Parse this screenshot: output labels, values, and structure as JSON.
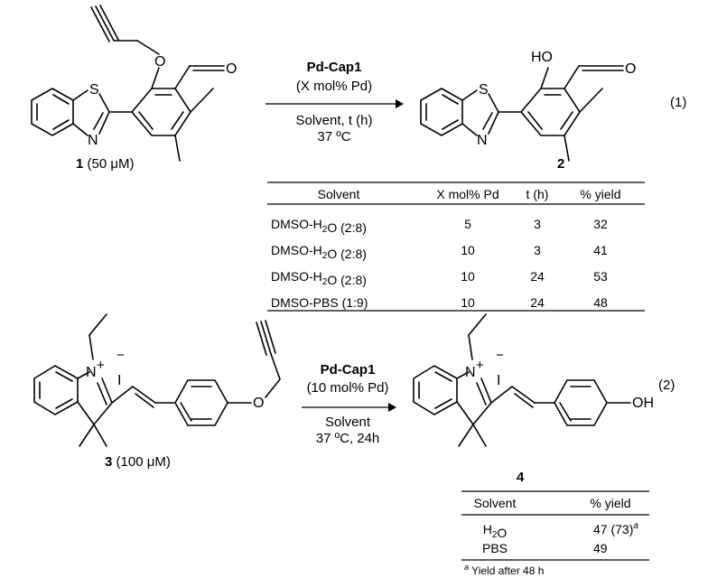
{
  "scheme1": {
    "number": "(1)",
    "reagent": "Pd-Cap1",
    "loading": "(X mol% Pd)",
    "conditions1": "Solvent, t (h)",
    "conditions2": "37 ºC",
    "sm_number": "1",
    "sm_conc": " (50 μM)",
    "product_number": "2",
    "table": {
      "headers": [
        "Solvent",
        "X mol% Pd",
        "t (h)",
        "% yield"
      ],
      "rows": [
        [
          "DMSO-H2O (2:8)",
          "5",
          "3",
          "32"
        ],
        [
          "DMSO-H2O (2:8)",
          "10",
          "3",
          "41"
        ],
        [
          "DMSO-H2O (2:8)",
          "10",
          "24",
          "53"
        ],
        [
          "DMSO-PBS (1:9)",
          "10",
          "24",
          "48"
        ]
      ]
    }
  },
  "scheme2": {
    "number": "(2)",
    "reagent": "Pd-Cap1",
    "loading": "(10 mol% Pd)",
    "conditions1": "Solvent",
    "conditions2": "37 ºC, 24h",
    "sm_number": "3",
    "sm_conc": " (100 μM)",
    "product_number": "4",
    "table": {
      "headers": [
        "Solvent",
        "% yield"
      ],
      "rows": [
        [
          "H2O",
          "47 (73)",
          "a"
        ],
        [
          "PBS",
          "49",
          ""
        ]
      ]
    },
    "footnote_mark": "a",
    "footnote": " Yield after 48 h"
  },
  "atoms": {
    "S": "S",
    "N": "N",
    "O": "O",
    "HO": "HO",
    "OH": "OH",
    "Nplus": "N",
    "plus": "+",
    "iodide": "I",
    "minus": "−"
  }
}
